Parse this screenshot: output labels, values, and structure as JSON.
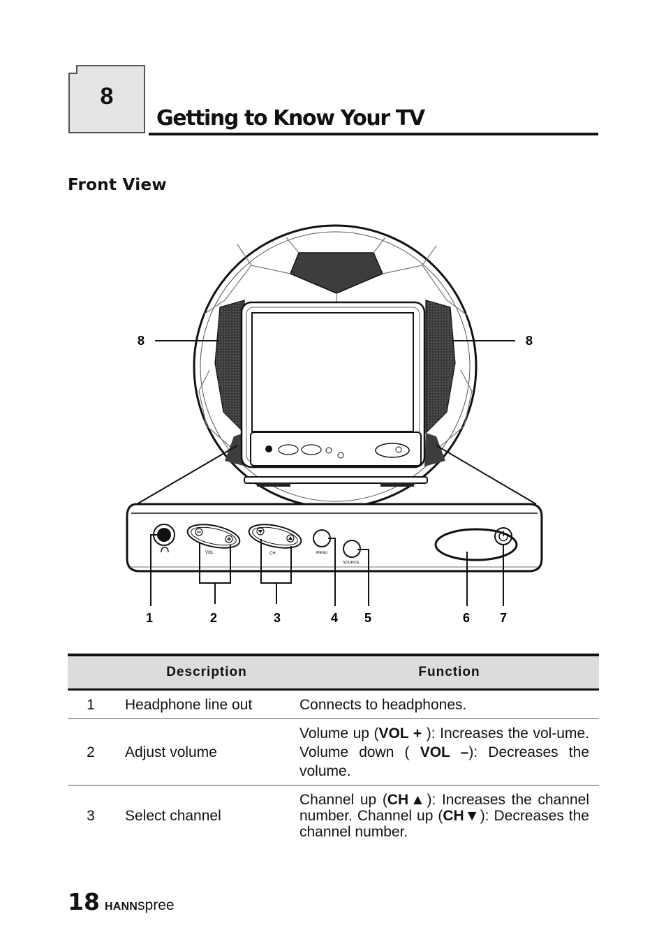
{
  "chapter": {
    "number": "8",
    "title": "Getting to Know Your TV"
  },
  "section": {
    "title": "Front View"
  },
  "diagram": {
    "callouts": [
      "1",
      "2",
      "3",
      "4",
      "5",
      "6",
      "7"
    ],
    "speaker_callout_left": "8",
    "speaker_callout_right": "8",
    "panel_labels": {
      "vol": "VOL",
      "ch": "CH",
      "menu": "MENU",
      "source": "SOURCE"
    }
  },
  "table": {
    "headers": [
      "Description",
      "Function"
    ],
    "rows": [
      {
        "num": "1",
        "desc": "Headphone line out",
        "func": "Connects to headphones."
      },
      {
        "num": "2",
        "desc": "Adjust volume",
        "func_parts": [
          "Volume up (",
          "VOL +",
          " ): Increases the vol-ume. Volume down ( ",
          "VOL –",
          "): Decreases the volume."
        ]
      },
      {
        "num": "3",
        "desc": "Select channel",
        "func_parts": [
          "Channel up (",
          "CH▲",
          "): Increases the channel number. Channel up (",
          "CH▼",
          "): Decreases the channel number."
        ]
      }
    ]
  },
  "footer": {
    "page": "18",
    "brand_bold": "HANN",
    "brand_light": "spree"
  }
}
